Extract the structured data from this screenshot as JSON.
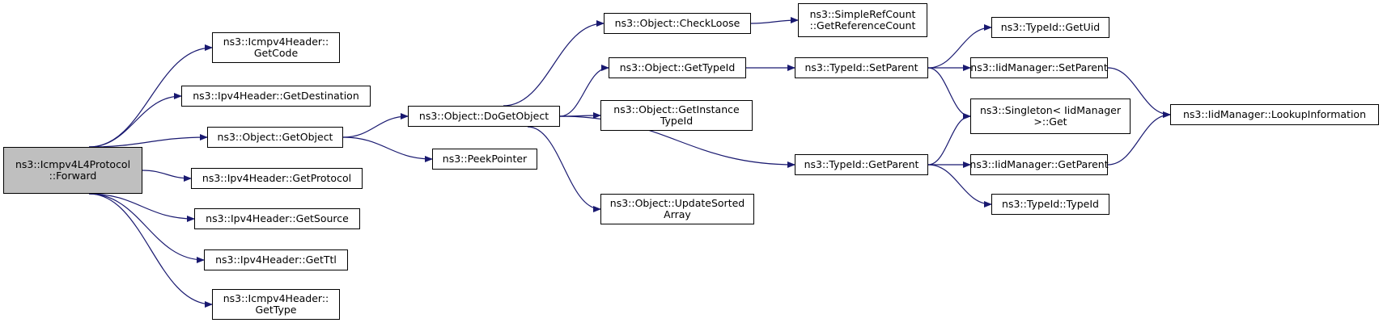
{
  "colors": {
    "edge": "#191970",
    "border": "#000000",
    "root_fill": "#bfbfbf",
    "node_fill": "#ffffff"
  },
  "nodes": [
    {
      "id": "forward",
      "lines": [
        "ns3::Icmpv4L4Protocol",
        "::Forward"
      ],
      "root": true
    },
    {
      "id": "getcode",
      "lines": [
        "ns3::Icmpv4Header::",
        "GetCode"
      ]
    },
    {
      "id": "getdest",
      "lines": [
        "ns3::Ipv4Header::GetDestination"
      ]
    },
    {
      "id": "getobject",
      "lines": [
        "ns3::Object::GetObject"
      ]
    },
    {
      "id": "getproto",
      "lines": [
        "ns3::Ipv4Header::GetProtocol"
      ]
    },
    {
      "id": "getsource",
      "lines": [
        "ns3::Ipv4Header::GetSource"
      ]
    },
    {
      "id": "getttl",
      "lines": [
        "ns3::Ipv4Header::GetTtl"
      ]
    },
    {
      "id": "gettype",
      "lines": [
        "ns3::Icmpv4Header::",
        "GetType"
      ]
    },
    {
      "id": "dogetobject",
      "lines": [
        "ns3::Object::DoGetObject"
      ]
    },
    {
      "id": "peek",
      "lines": [
        "ns3::PeekPointer"
      ]
    },
    {
      "id": "checkloose",
      "lines": [
        "ns3::Object::CheckLoose"
      ]
    },
    {
      "id": "gettypeid",
      "lines": [
        "ns3::Object::GetTypeId"
      ]
    },
    {
      "id": "getinstance",
      "lines": [
        "ns3::Object::GetInstance",
        "TypeId"
      ]
    },
    {
      "id": "updatesorted",
      "lines": [
        "ns3::Object::UpdateSorted",
        "Array"
      ]
    },
    {
      "id": "refcount",
      "lines": [
        "ns3::SimpleRefCount",
        "::GetReferenceCount"
      ]
    },
    {
      "id": "tid_setparent",
      "lines": [
        "ns3::TypeId::SetParent"
      ]
    },
    {
      "id": "tid_getparent",
      "lines": [
        "ns3::TypeId::GetParent"
      ]
    },
    {
      "id": "getuid",
      "lines": [
        "ns3::TypeId::GetUid"
      ]
    },
    {
      "id": "iid_setparent",
      "lines": [
        "ns3::IidManager::SetParent"
      ]
    },
    {
      "id": "singleton",
      "lines": [
        "ns3::Singleton< IidManager",
        ">::Get"
      ]
    },
    {
      "id": "iid_getparent",
      "lines": [
        "ns3::IidManager::GetParent"
      ]
    },
    {
      "id": "typeid_ctor",
      "lines": [
        "ns3::TypeId::TypeId"
      ]
    },
    {
      "id": "lookup",
      "lines": [
        "ns3::IidManager::LookupInformation"
      ]
    }
  ],
  "edges": [
    [
      "forward",
      "getcode"
    ],
    [
      "forward",
      "getdest"
    ],
    [
      "forward",
      "getobject"
    ],
    [
      "forward",
      "getproto"
    ],
    [
      "forward",
      "getsource"
    ],
    [
      "forward",
      "getttl"
    ],
    [
      "forward",
      "gettype"
    ],
    [
      "getobject",
      "dogetobject"
    ],
    [
      "getobject",
      "peek"
    ],
    [
      "dogetobject",
      "checkloose"
    ],
    [
      "dogetobject",
      "gettypeid"
    ],
    [
      "dogetobject",
      "getinstance"
    ],
    [
      "dogetobject",
      "updatesorted"
    ],
    [
      "dogetobject",
      "tid_getparent"
    ],
    [
      "checkloose",
      "refcount"
    ],
    [
      "gettypeid",
      "tid_setparent"
    ],
    [
      "tid_setparent",
      "getuid"
    ],
    [
      "tid_setparent",
      "iid_setparent"
    ],
    [
      "tid_setparent",
      "singleton"
    ],
    [
      "tid_getparent",
      "singleton"
    ],
    [
      "tid_getparent",
      "iid_getparent"
    ],
    [
      "tid_getparent",
      "typeid_ctor"
    ],
    [
      "iid_setparent",
      "lookup"
    ],
    [
      "iid_getparent",
      "lookup"
    ]
  ]
}
